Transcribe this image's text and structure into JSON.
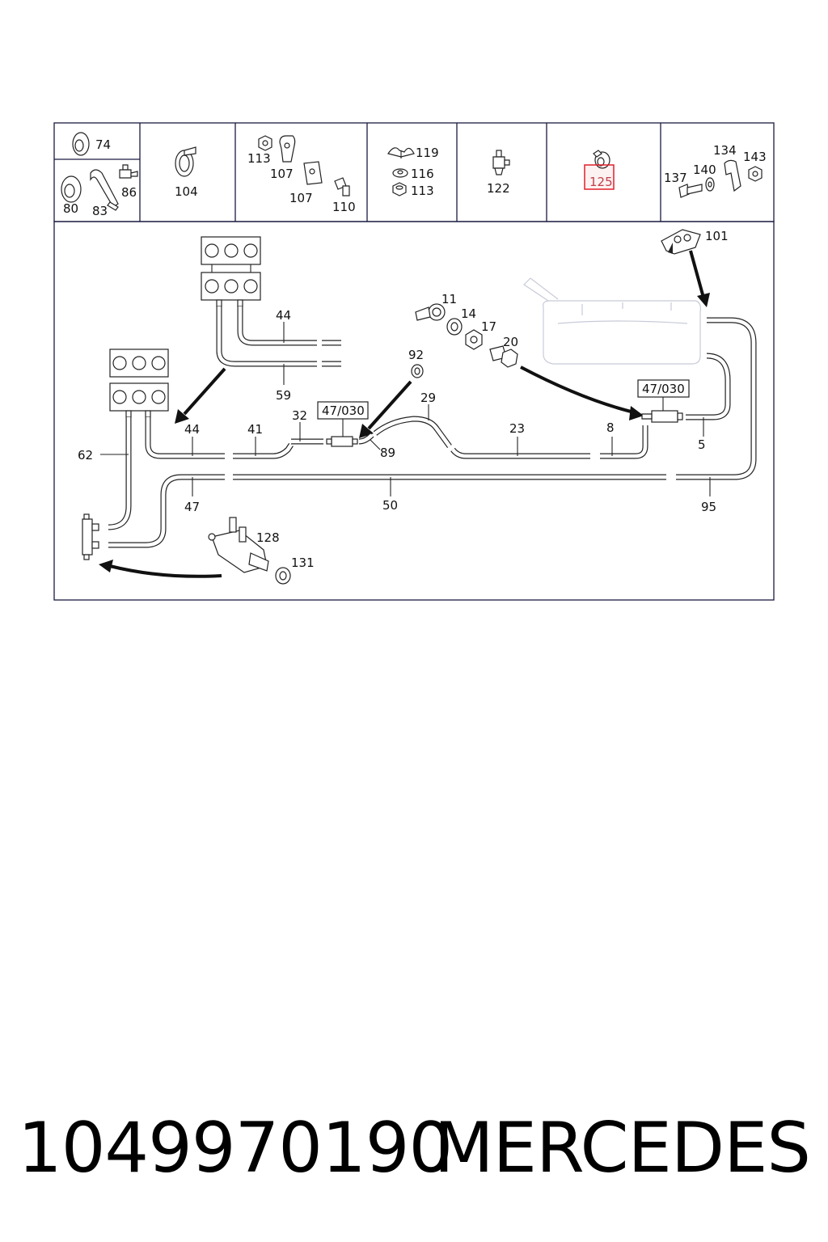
{
  "diagram": {
    "highlight_color": "#e0202a",
    "frame_color": "#1a1a40",
    "callouts": {
      "c74": "74",
      "c80": "80",
      "c83": "83",
      "c86": "86",
      "c104": "104",
      "c113a": "113",
      "c107a": "107",
      "c107b": "107",
      "c110": "110",
      "c119": "119",
      "c116": "116",
      "c113b": "113",
      "c122": "122",
      "c125": "125",
      "c134": "134",
      "c143": "143",
      "c137": "137",
      "c140": "140",
      "c101": "101",
      "c44a": "44",
      "c59": "59",
      "c44b": "44",
      "c41": "41",
      "c32": "32",
      "c92": "92",
      "c89": "89",
      "c29": "29",
      "c23": "23",
      "c8": "8",
      "c11": "11",
      "c14": "14",
      "c17": "17",
      "c20": "20",
      "c5": "5",
      "c62": "62",
      "c47": "47",
      "c50": "50",
      "c95": "95",
      "c128": "128",
      "c131": "131"
    },
    "boxed_labels": {
      "ref_left": "47/030",
      "ref_right": "47/030"
    }
  },
  "footer": {
    "part_number": "1049970190",
    "brand": "MERCEDES"
  }
}
